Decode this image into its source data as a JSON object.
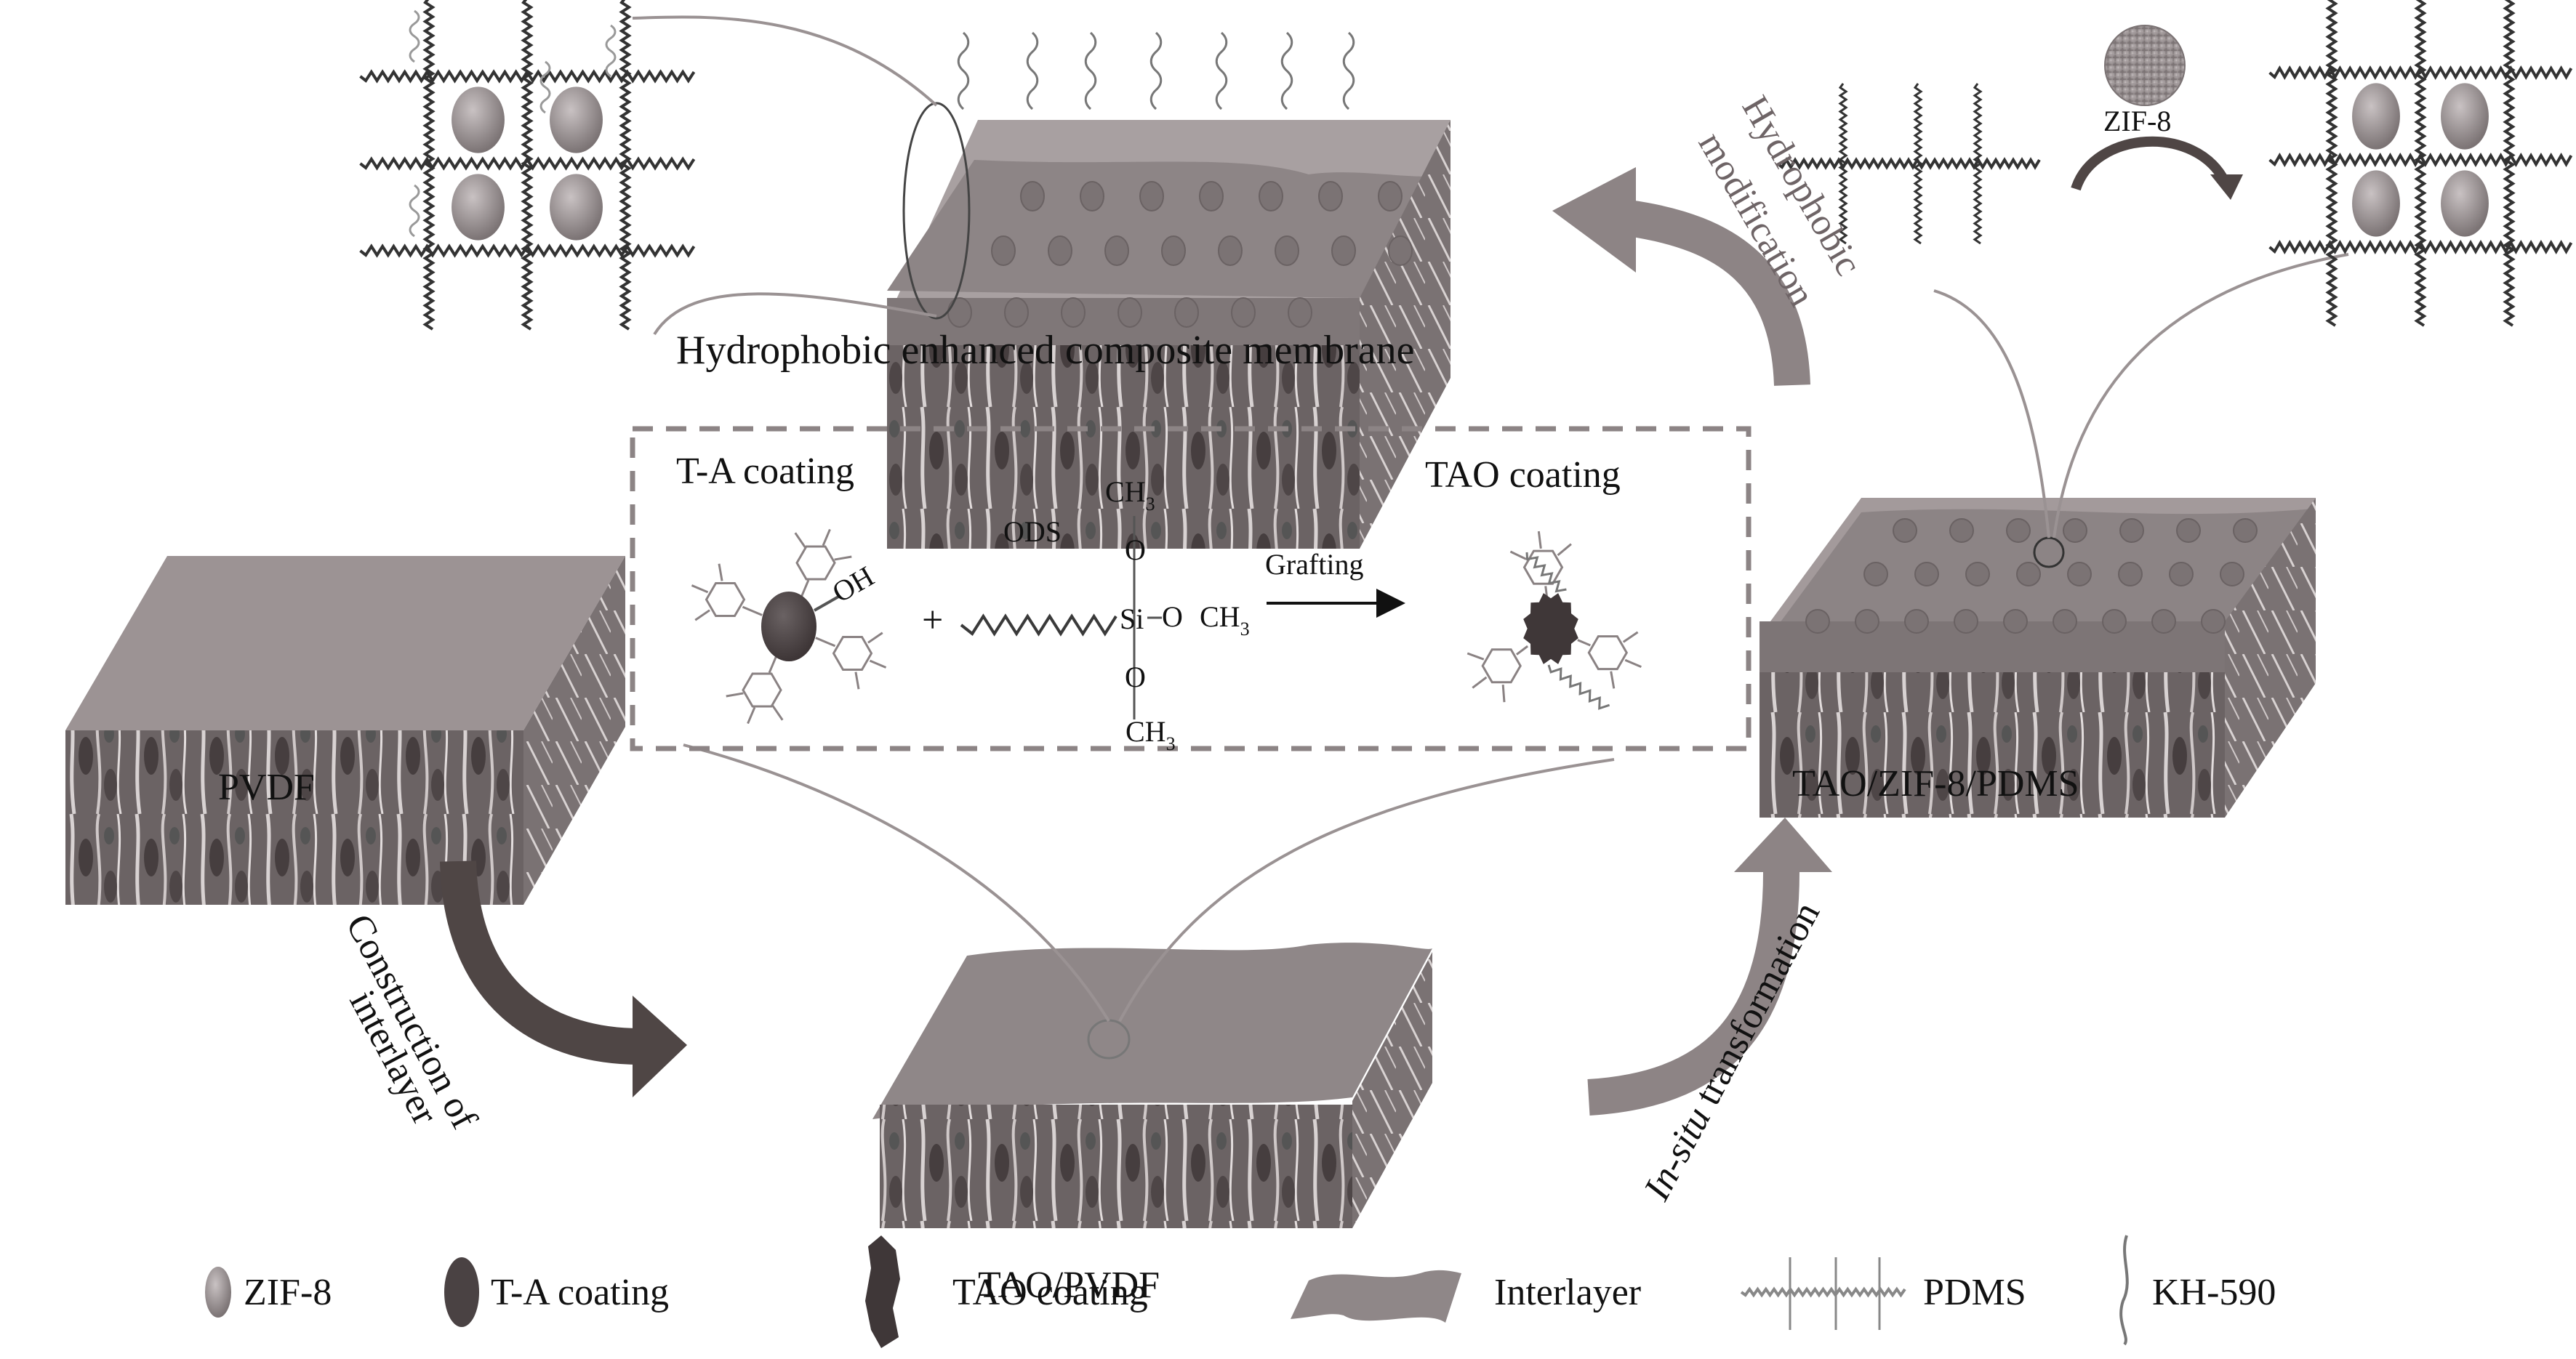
{
  "title": "Preparation scheme of TAO/ZIF-8/PDMS hydrophobic enhanced composite membrane",
  "membranes": {
    "pvdf": "PVDF",
    "tao_pvdf": "TAO/PVDF",
    "tao_zif_pdms": "TAO/ZIF-8/PDMS",
    "enhanced": "Hydrophobic enhanced composite membrane"
  },
  "steps": {
    "construction_line1": "Construction of",
    "construction_line2": "interlayer",
    "in_situ_italic": "In-situ",
    "in_situ_rest": " transformation",
    "hydrophobic_line1": "Hydrophobic",
    "hydrophobic_line2": "modification"
  },
  "reaction": {
    "ta_coating": "T-A coating",
    "tao_coating": "TAO coating",
    "oh": "OH",
    "plus": "+",
    "ods": "ODS",
    "ch": "CH",
    "sub3": "3",
    "o": "O",
    "si": "Si",
    "grafting": "Grafting"
  },
  "zif_label": "ZIF-8",
  "legend": [
    {
      "icon": "zif8-sphere-icon",
      "label": "ZIF-8"
    },
    {
      "icon": "ta-coating-icon",
      "label": "T-A coating"
    },
    {
      "icon": "tao-coating-icon",
      "label": "TAO coating"
    },
    {
      "icon": "interlayer-icon",
      "label": "Interlayer"
    },
    {
      "icon": "pdms-chain-icon",
      "label": "PDMS"
    },
    {
      "icon": "kh590-icon",
      "label": "KH-590"
    }
  ],
  "colors": {
    "dark_arrow": "#4f4645",
    "light_arrow": "#8d8485",
    "membrane_top": "#9c9394",
    "membrane_porous": "#6f6768",
    "interlayer": "#8f8788",
    "zif": "#8a8283",
    "ta_particle": "#4a4243"
  }
}
